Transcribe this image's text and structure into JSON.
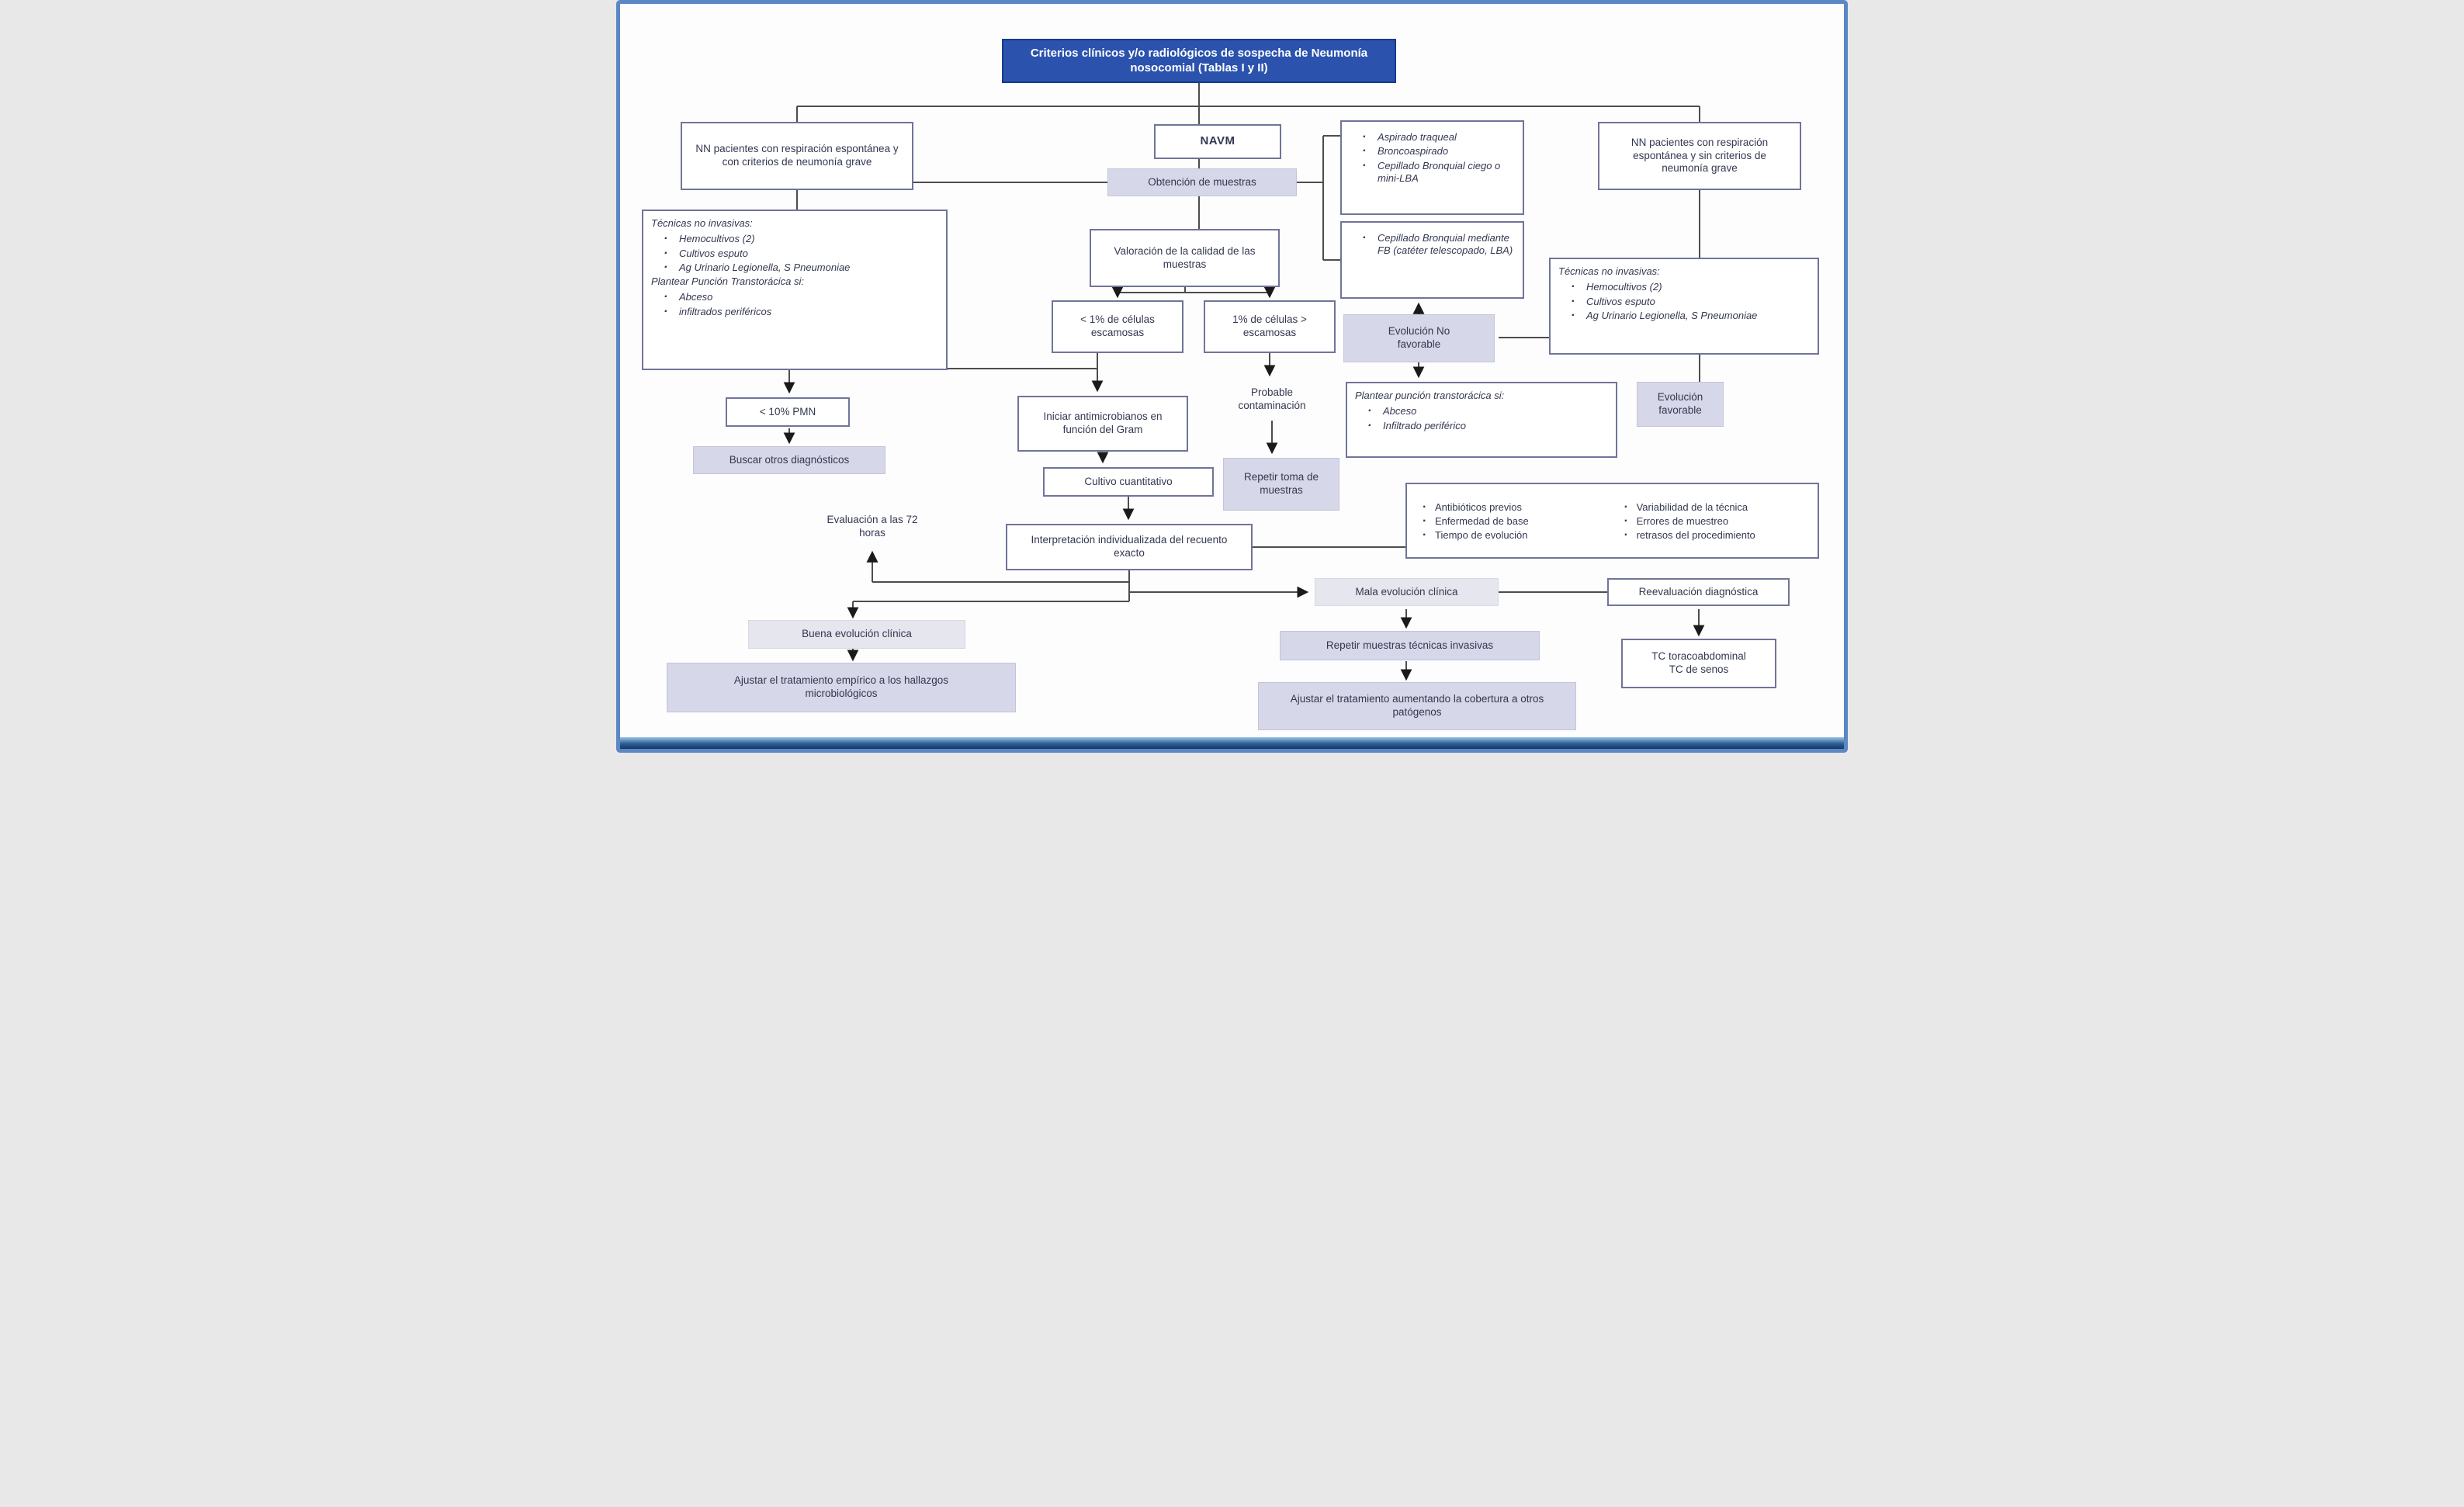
{
  "diagram": {
    "language": "es",
    "colors": {
      "frame": "#5b87c5",
      "title_bg": "#2b53ae",
      "title_border": "#173a8c",
      "box_border": "#70749a",
      "shade": "#d6d7e8",
      "shade_light": "#e6e6ef",
      "line": "#4d4d4d",
      "arrow": "#1a1a1a"
    },
    "nodes": {
      "title": {
        "text": "Criterios clínicos y/o radiológicos de sospecha de Neumonía nosocomial (Tablas I y II)"
      },
      "nn_left": {
        "text": "NN pacientes con respiración espontánea y con criterios de neumonía grave"
      },
      "navm": {
        "text": "NAVM"
      },
      "nn_right": {
        "text": "NN pacientes con respiración espontánea y sin criterios de neumonía grave"
      },
      "obtencion": {
        "text": "Obtención de muestras"
      },
      "muestras_endo": {
        "items": [
          "Aspirado traqueal",
          "Broncoaspirado",
          "Cepillado Bronquial ciego o mini-LBA"
        ]
      },
      "muestras_fb": {
        "items": [
          "Cepillado Bronquial mediante FB (catéter telescopado, LBA)"
        ]
      },
      "tecnicas_left": {
        "heading": "Técnicas no invasivas:",
        "items": [
          "Hemocultivos (2)",
          "Cultivos esputo",
          "Ag Urinario Legionella, S Pneumoniae"
        ],
        "heading2": "Plantear Punción Transtorácica si:",
        "items2": [
          "Abceso",
          "infiltrados periféricos"
        ]
      },
      "valoracion": {
        "text": "Valoración de la calidad de las muestras"
      },
      "menos_1pct": {
        "text": "< 1% de células escamosas"
      },
      "mas_1pct": {
        "text": "1% de células > escamosas"
      },
      "evolucion_no": {
        "text": "Evolución No favorable"
      },
      "tecnicas_right": {
        "heading": "Técnicas no invasivas:",
        "items": [
          "Hemocultivos (2)",
          "Cultivos esputo",
          "Ag Urinario Legionella, S Pneumoniae"
        ]
      },
      "pmn": {
        "text": "< 10% PMN"
      },
      "buscar": {
        "text": "Buscar otros diagnósticos"
      },
      "iniciar": {
        "text": "Iniciar antimicrobianos en función del Gram"
      },
      "probable": {
        "text": "Probable contaminación"
      },
      "cultivo": {
        "text": "Cultivo cuantitativo"
      },
      "repetir_toma": {
        "text": "Repetir toma de muestras"
      },
      "plantear": {
        "heading": "Plantear punción transtorácica si:",
        "items": [
          "Abceso",
          "Infiltrado periférico"
        ]
      },
      "evolucion_fav": {
        "text": "Evolución favorable"
      },
      "factores": {
        "col1": [
          "Antibióticos previos",
          "Enfermedad de base",
          "Tiempo de evolución"
        ],
        "col2": [
          "Variabilidad de la técnica",
          "Errores de muestreo",
          "retrasos del procedimiento"
        ]
      },
      "evaluacion": {
        "text": "Evaluación a las 72 horas"
      },
      "interpretacion": {
        "text": "Interpretación individualizada del recuento exacto"
      },
      "mala": {
        "text": "Mala evolución clínica"
      },
      "reevaluacion": {
        "text": "Reevaluación diagnóstica"
      },
      "repetir_invasivas": {
        "text": "Repetir muestras técnicas invasivas"
      },
      "buena": {
        "text": "Buena evolución clínica"
      },
      "ajustar_empirico": {
        "text": "Ajustar el tratamiento empírico a los hallazgos microbiológicos"
      },
      "ajustar_cobertura": {
        "text": "Ajustar el tratamiento aumentando la cobertura a otros patógenos"
      },
      "tc": {
        "line1": "TC toracoabdominal",
        "line2": "TC de senos"
      }
    }
  }
}
